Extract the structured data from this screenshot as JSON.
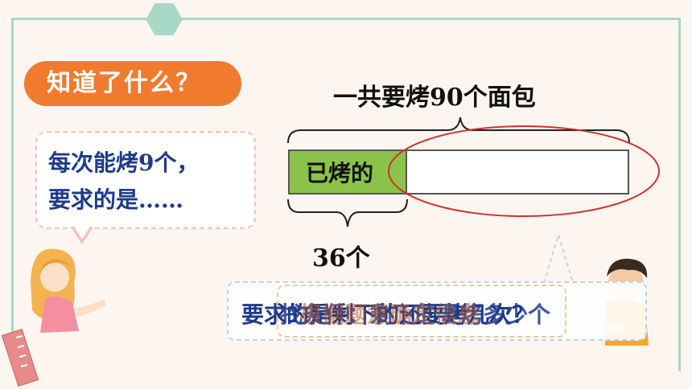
{
  "title_badge": "知道了什么？",
  "bubble_left": {
    "line1": "每次能烤9个，",
    "line2": "要求的是……"
  },
  "diagram": {
    "total_label": "一共要烤90个面包",
    "done_label": "已烤的",
    "done_count": "36个"
  },
  "bubble_right": {
    "text_a": "要求的是剩下的还要烤几次？",
    "text_b": "找条件：剩下的要烤多少个",
    "text_c": "根据题意确定信息"
  },
  "colors": {
    "accent": "#f07b2e",
    "bar_fill": "#8bc34a",
    "ellipse": "#d32f2f",
    "text_blue": "#1e3a8a"
  }
}
